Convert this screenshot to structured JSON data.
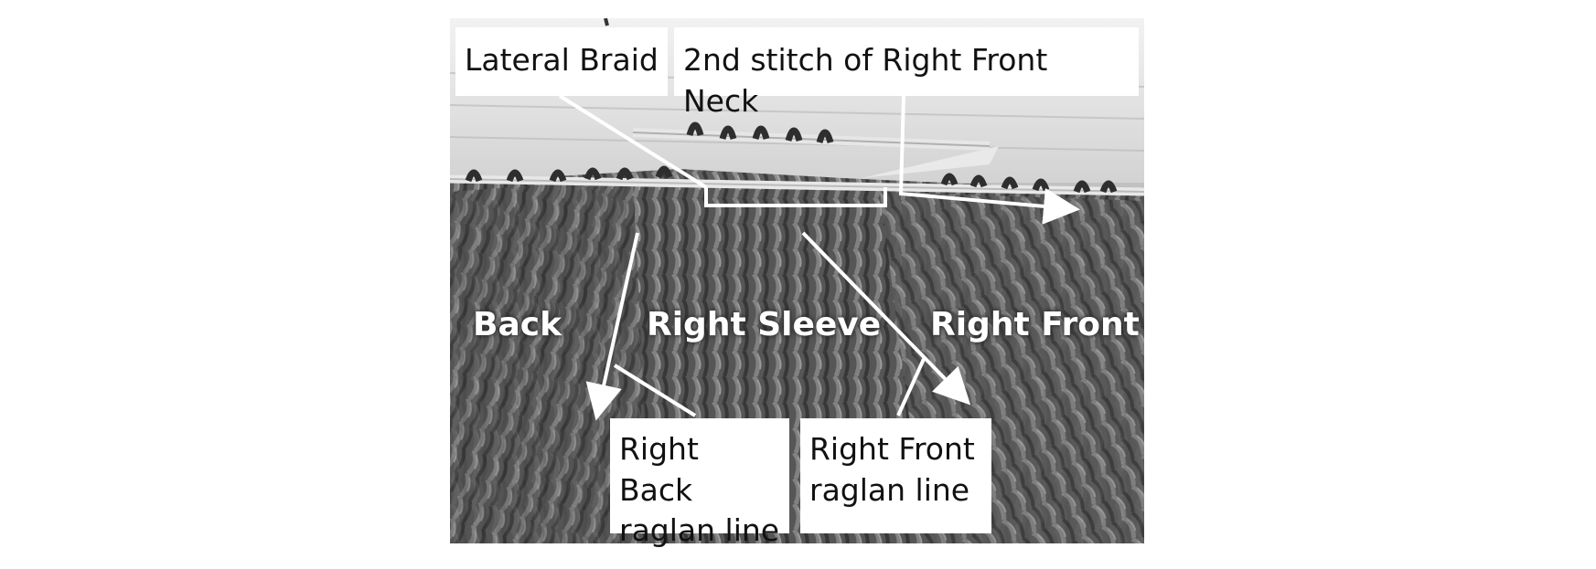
{
  "photo": {
    "subject": "knitting-needle-raglan-close-up"
  },
  "callouts": {
    "lateral_braid": "Lateral Braid",
    "second_stitch": "2nd stitch of Right Front Neck",
    "right_back_raglan_line1": "Right Back",
    "right_back_raglan_line2": "raglan line",
    "right_front_raglan_line1": "Right Front",
    "right_front_raglan_line2": "raglan line"
  },
  "regions": {
    "back": "Back",
    "right_sleeve": "Right Sleeve",
    "right_front": "Right Front"
  },
  "colors": {
    "annotation": "#ffffff",
    "label_text": "#111111"
  }
}
